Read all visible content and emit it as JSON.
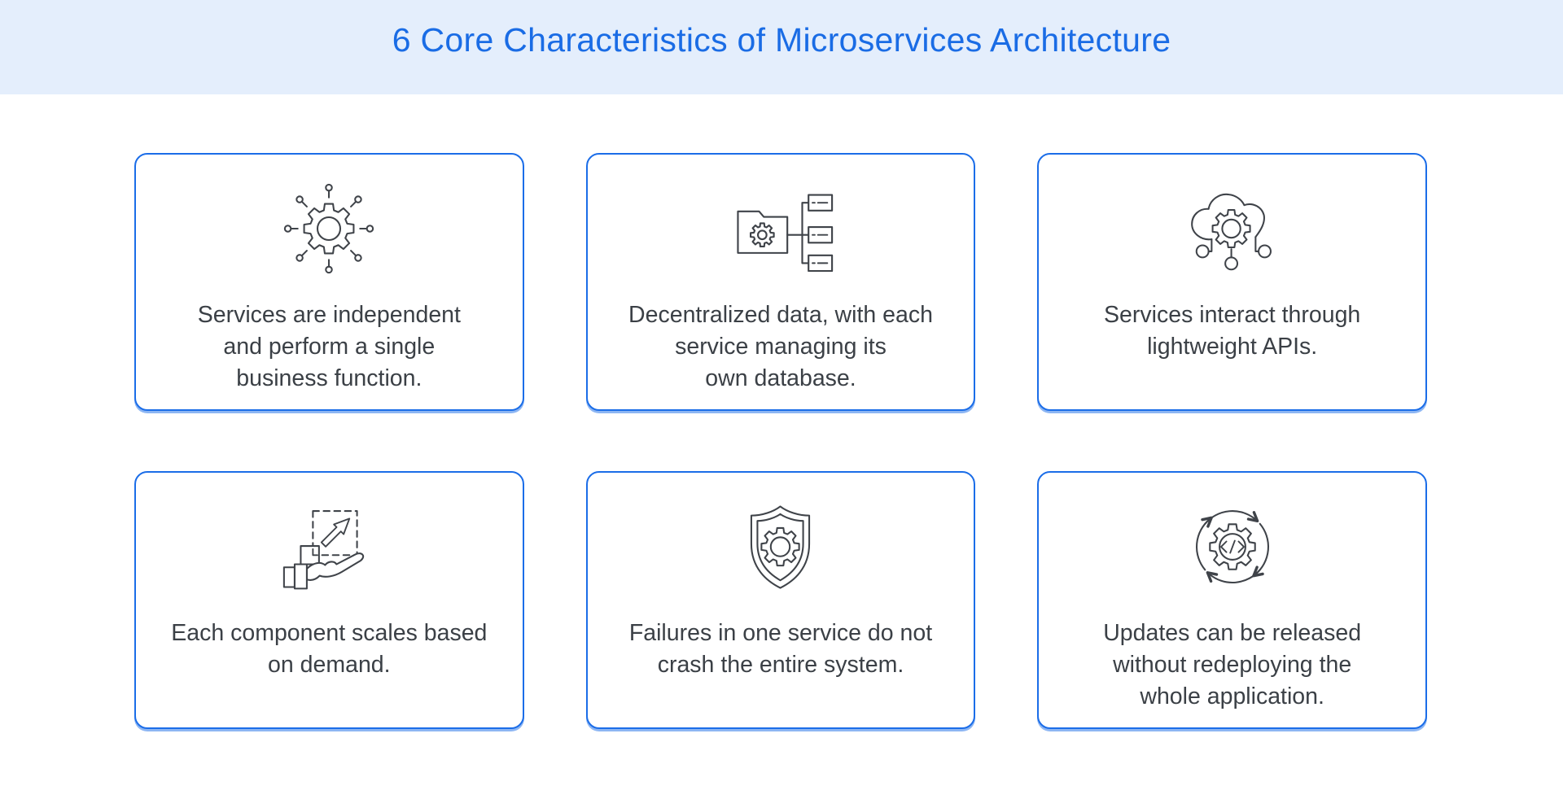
{
  "header": {
    "title": "6 Core Characteristics of Microservices Architecture"
  },
  "colors": {
    "banner-bg": "#e4eefc",
    "title": "#1a6ce5",
    "accent": "#1b6de8",
    "text": "#3b4046",
    "icon": "#3f4349"
  },
  "cards": [
    {
      "icon": "network-gear-icon",
      "text": "Services are independent\nand perform a single\nbusiness function."
    },
    {
      "icon": "folder-services-tree-icon",
      "text": "Decentralized data, with each\nservice managing its\nown database."
    },
    {
      "icon": "cloud-api-gear-icon",
      "text": "Services interact through\nlightweight APIs."
    },
    {
      "icon": "hand-scaling-icon",
      "text": "Each component scales based\non demand."
    },
    {
      "icon": "shield-gear-icon",
      "text": "Failures in one service do not\ncrash the entire system."
    },
    {
      "icon": "devops-cycle-gear-icon",
      "text": "Updates can be released\nwithout redeploying the\nwhole application."
    }
  ]
}
